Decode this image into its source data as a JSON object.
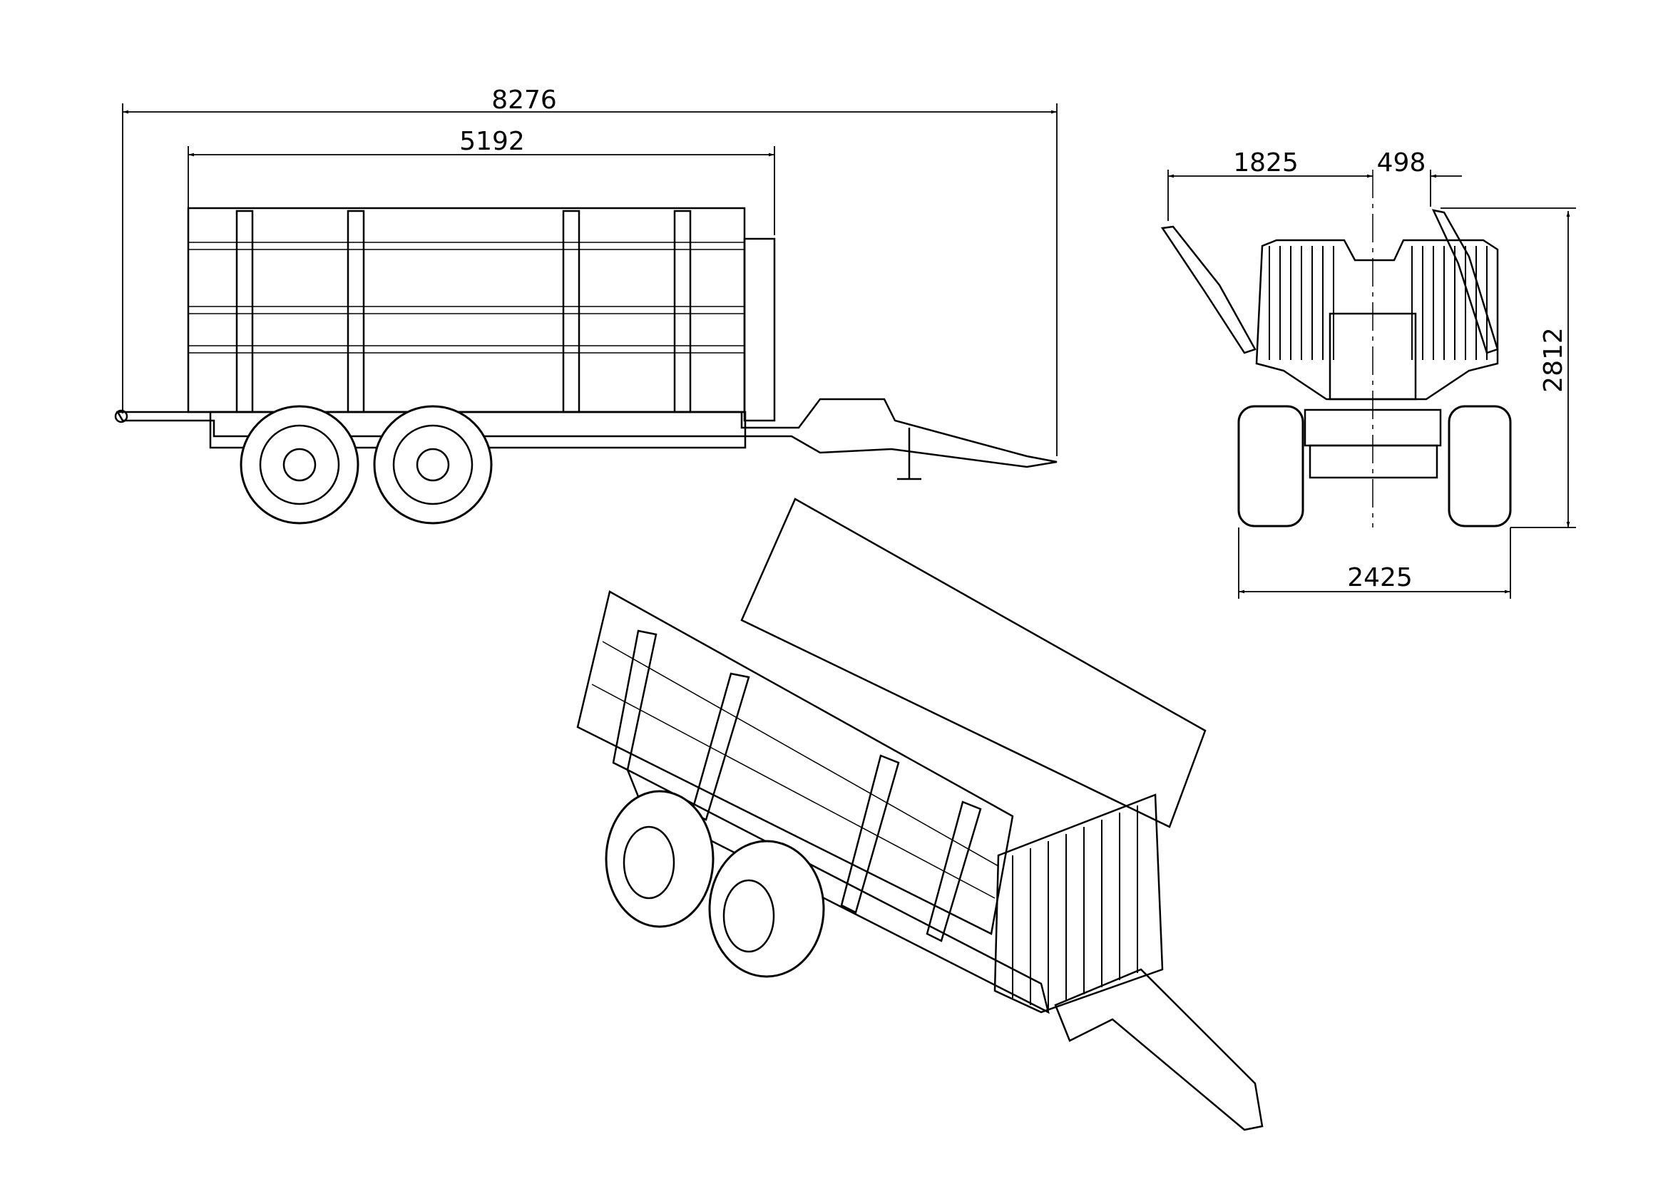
{
  "drawing": {
    "side_view": {
      "overall_length": "8276",
      "body_length": "5192"
    },
    "rear_view": {
      "left_offset": "1825",
      "right_offset": "498",
      "height": "2812",
      "width": "2425"
    }
  },
  "colors": {
    "line": "#000000",
    "background": "#ffffff"
  }
}
